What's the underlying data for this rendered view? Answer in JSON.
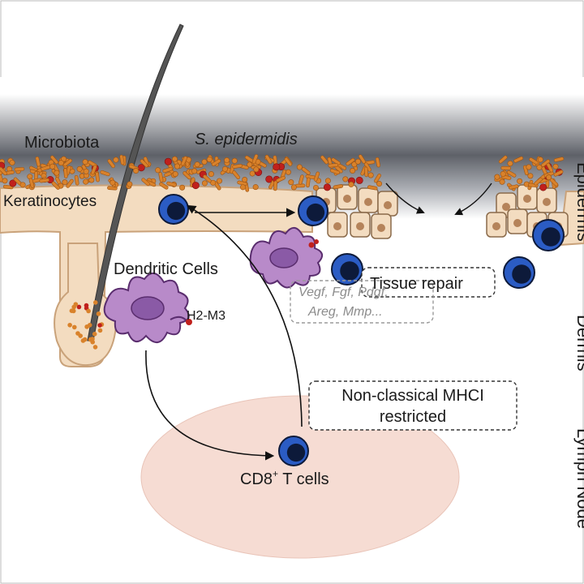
{
  "labels": {
    "microbiota": "Microbiota",
    "species_genus": "S.",
    "species_name": "epidermidis",
    "keratinocytes": "Keratinocytes",
    "dendritic_cells": "Dendritic Cells",
    "h2m3": "H2-M3",
    "tissue_repair": "Tissue repair",
    "factors_line1": "Vegf, Fgf, Pdgf,",
    "factors_line2": "Areg, Mmp...",
    "mhc_line1": "Non-classical MHCI",
    "mhc_line2": "restricted",
    "cd8_prefix": "CD8",
    "cd8_sup": "+",
    "cd8_suffix": " T cells"
  },
  "layers": {
    "epidermis": "Epidermis",
    "dermis": "Dermis",
    "lymph_node": "Lymph Node"
  },
  "colors": {
    "skin": "#f3dcc0",
    "skin_edge": "#c9a27a",
    "bacteria": "#d9822b",
    "bacteria_red": "#c0201c",
    "dc_body": "#b88ac9",
    "dc_edge": "#5a2d6e",
    "tcell_ring": "#1d3f8f",
    "tcell_core": "#0d1a3a",
    "lymph": "#f6dcd3",
    "sky_top": "#5e6168",
    "sky_bottom": "#ffffff"
  }
}
